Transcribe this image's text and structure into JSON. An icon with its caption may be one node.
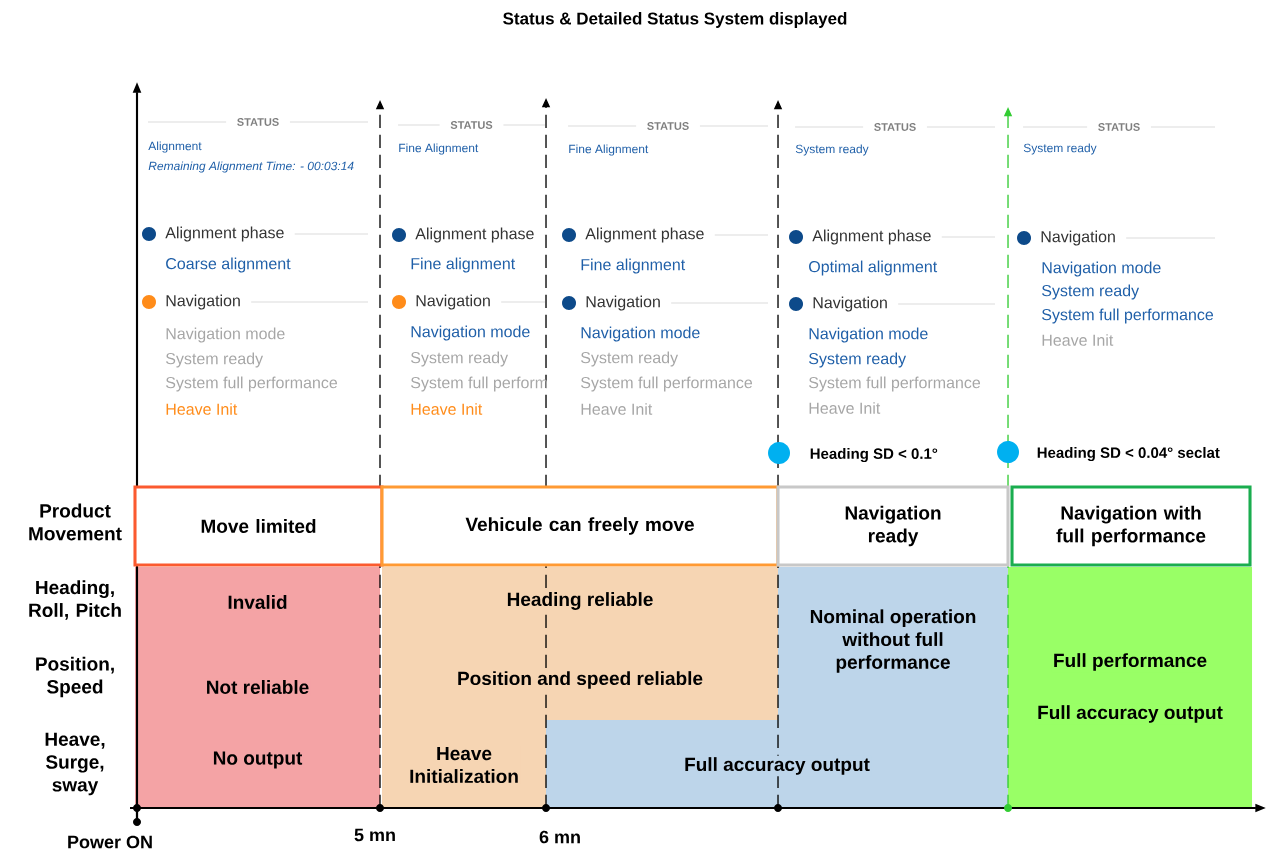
{
  "diagram": {
    "title": "Status & Detailed Status System displayed",
    "nodes": [
      {
        "text": [
          "Move limited"
        ]
      },
      {
        "text": [
          "Vehicule can freely move"
        ]
      },
      {
        "text": [
          "Navigation ready"
        ]
      },
      {
        "text": [
          "Navigation with full performance"
        ]
      },
      {
        "text": [
          "Invalid",
          "Not reliable",
          "No output"
        ]
      },
      {
        "text": [
          "Heading reliable",
          "Position and speed reliable"
        ]
      },
      {
        "text": [
          "Heave Initialization"
        ]
      },
      {
        "text": [
          "Nominal operation without full performance"
        ]
      },
      {
        "text": [
          "Full accuracy output"
        ]
      },
      {
        "text": [
          "Full performance",
          "Full accuracy output"
        ]
      },
      {
        "text": [],
        "shape": "circle",
        "beside": [
          "Heading SD < 0.1°"
        ]
      },
      {
        "text": [],
        "shape": "circle",
        "beside": [
          "Heading SD < 0.04° seclat"
        ]
      }
    ],
    "labels": [
      "STATUS",
      "Alignment",
      "Remaining Alignment Time: - 00:03:14",
      "Alignment phase",
      "Coarse alignment",
      "Navigation",
      "Navigation mode",
      "System ready",
      "System full performance",
      "Heave Init",
      "STATUS",
      "Fine Alignment",
      "Alignment phase",
      "Fine alignment",
      "Navigation",
      "Navigation mode",
      "System ready",
      "System full perform",
      "Heave Init",
      "STATUS",
      "Fine Alignment",
      "Alignment phase",
      "Fine alignment",
      "Navigation",
      "Navigation mode",
      "System ready",
      "System full performance",
      "Heave Init",
      "STATUS",
      "System ready",
      "Alignment phase",
      "Optimal alignment",
      "Navigation",
      "Navigation mode",
      "System ready",
      "System full performance",
      "Heave Init",
      "STATUS",
      "System ready",
      "Navigation",
      "Navigation mode",
      "System ready",
      "System full performance",
      "Heave Init",
      "Product Movement",
      "Heading, Roll, Pitch",
      "Position, Speed",
      "Heave, Surge, sway",
      "Power ON",
      "5 mn",
      "6 mn"
    ]
  }
}
